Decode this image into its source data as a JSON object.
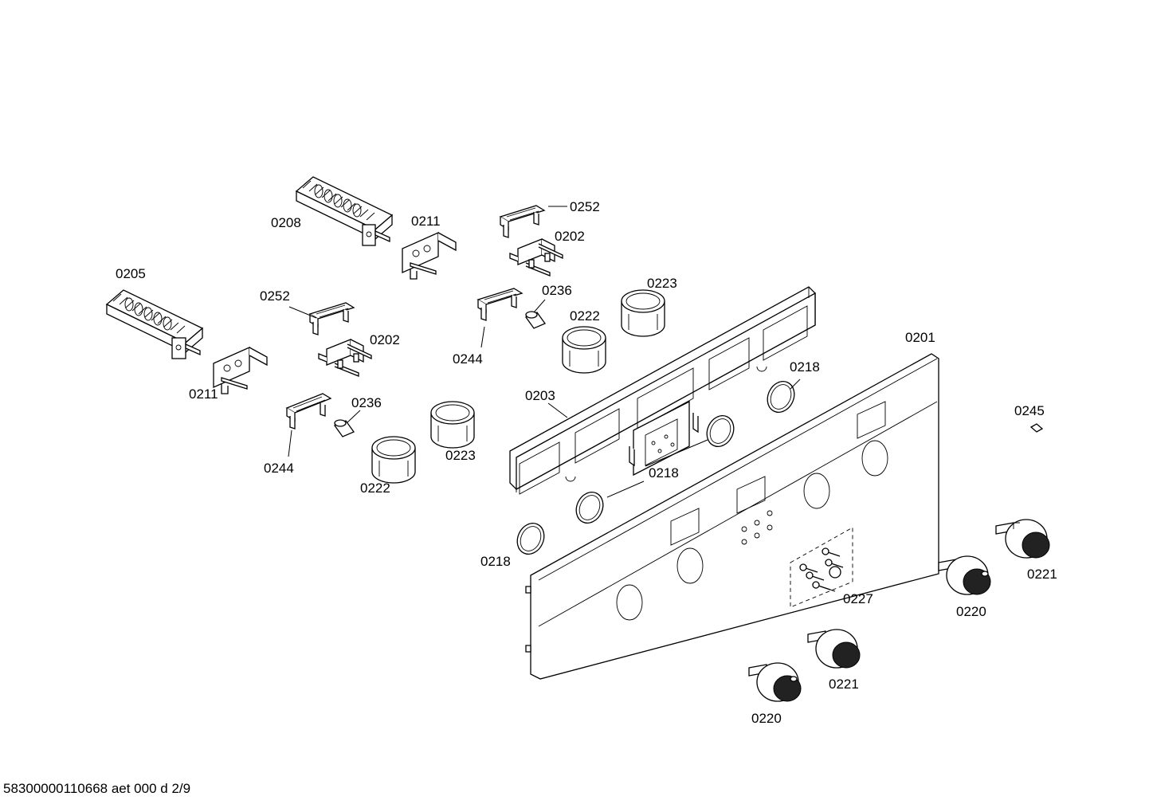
{
  "labels": {
    "l0208": "0208",
    "l0211a": "0211",
    "l0252a": "0252",
    "l0202a": "0202",
    "l0205": "0205",
    "l0252b": "0252",
    "l0202b": "0202",
    "l0211b": "0211",
    "l0244a": "0244",
    "l0236a": "0236",
    "l0222a": "0222",
    "l0223a": "0223",
    "l0244b": "0244",
    "l0236b": "0236",
    "l0222b": "0222",
    "l0223b": "0223",
    "l0203": "0203",
    "l0201": "0201",
    "l0218a": "0218",
    "l0218b": "0218",
    "l0218c": "0218",
    "l0245": "0245",
    "l0221a": "0221",
    "l0220a": "0220",
    "l0227": "0227",
    "l0221b": "0221",
    "l0220b": "0220"
  },
  "footer": "58300000110668 aet 000 d 2/9"
}
